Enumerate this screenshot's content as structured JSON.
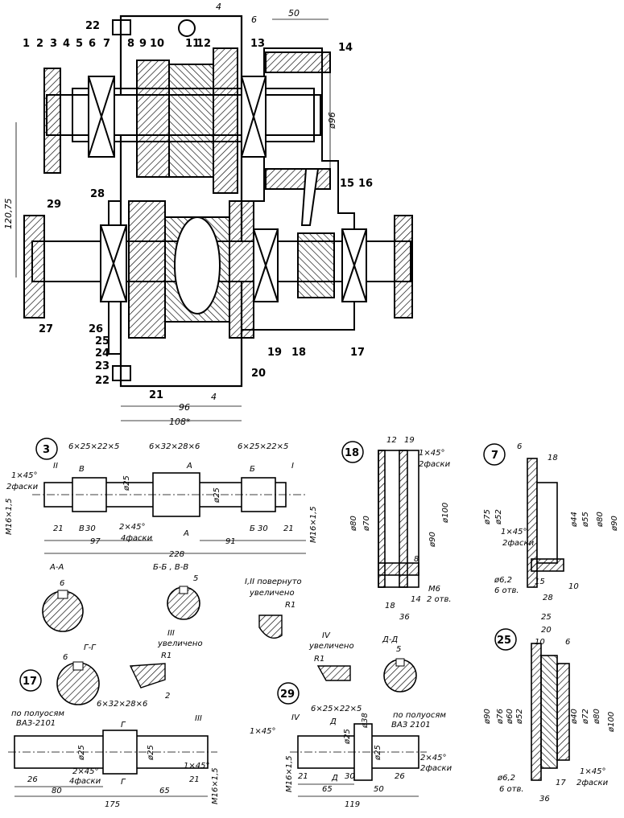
{
  "assembly": {
    "part_labels": [
      "1",
      "2",
      "3",
      "4",
      "5",
      "6",
      "7",
      "8",
      "9",
      "10",
      "11",
      "12",
      "13",
      "14",
      "15",
      "16",
      "17",
      "18",
      "19",
      "20",
      "21",
      "22",
      "23",
      "24",
      "25",
      "26",
      "27",
      "28",
      "29",
      "22"
    ],
    "dims": {
      "d1": "4",
      "d2": "6",
      "d3": "50",
      "d4": "ø96",
      "d5": "120,75",
      "d6": "96",
      "d7": "108*",
      "d8": "4"
    }
  },
  "part3": {
    "num": "3",
    "callouts": [
      "6×25×22×5",
      "6×32×28×6",
      "6×25×22×5"
    ],
    "notes": [
      "1×45°",
      "2фаски",
      "2×45°",
      "4фаски"
    ],
    "markers": [
      "II",
      "I",
      "В",
      "В",
      "А",
      "А",
      "Б",
      "Б"
    ],
    "thread": [
      "M16×1,5",
      "M16×1,5"
    ],
    "diam": [
      "ø25",
      "ø25"
    ],
    "lengths": [
      "21",
      "30",
      "97",
      "228",
      "30",
      "91",
      "21"
    ],
    "lengths_b": [
      "В",
      "Б"
    ]
  },
  "section_views": {
    "aa_title": "А-А",
    "aa_dim": "6",
    "bb_title": "Б-Б , В-В",
    "bb_dim": "5",
    "detail_i_ii": "I,II повернуто",
    "detail_i_ii_b": "увеличено",
    "r1": "R1",
    "detail_iii": "III",
    "detail_iii_b": "увеличено",
    "detail_iv": "IV",
    "detail_iv_b": "увеличено",
    "gg_title": "Г-Г",
    "gg_dim": "6",
    "dd_title": "Д-Д",
    "dd_dim": "5",
    "r1b": "R1",
    "r1c": "R1",
    "two": "2"
  },
  "part18": {
    "num": "18",
    "dims": [
      "12",
      "19",
      "1×45°",
      "2фаски",
      "ø80",
      "ø70",
      "ø100",
      "ø90",
      "8",
      "M6",
      "2 отв.",
      "18",
      "14",
      "36"
    ]
  },
  "part7": {
    "num": "7",
    "dims": [
      "6",
      "18",
      "ø75",
      "ø52",
      "ø44",
      "ø55",
      "ø80",
      "ø90",
      "1×45°",
      "2фаски",
      "ø6,2",
      "6 отв.",
      "15",
      "28",
      "10"
    ]
  },
  "part25": {
    "num": "25",
    "dims": [
      "25",
      "20",
      "10",
      "6",
      "ø90",
      "ø76",
      "ø60",
      "ø52",
      "ø40",
      "ø72",
      "ø80",
      "ø100",
      "ø6,2",
      "6 отв.",
      "17",
      "1×45°",
      "2фаски",
      "36"
    ]
  },
  "part17": {
    "num": "17",
    "callout": "6×32×28×6",
    "notes": [
      "по полуосям",
      "ВАЗ-2101",
      "2×45°",
      "4фаски",
      "1×45°"
    ],
    "markers": [
      "III",
      "Г",
      "Г"
    ],
    "diam": [
      "ø25",
      "ø25"
    ],
    "lengths": [
      "26",
      "80",
      "175",
      "65",
      "21"
    ],
    "thread": "M16×1,5"
  },
  "part29": {
    "num": "29",
    "callout": "6×25×22×5",
    "notes": [
      "по полуосям",
      "ВАЗ 2101",
      "1×45°",
      "2×45°",
      "2фаски"
    ],
    "markers": [
      "IV",
      "Д",
      "Д"
    ],
    "diam": [
      "ø25",
      "ø38",
      "ø25"
    ],
    "lengths": [
      "21",
      "30",
      "65",
      "26",
      "50",
      "119"
    ],
    "thread": "M16×1,5"
  }
}
